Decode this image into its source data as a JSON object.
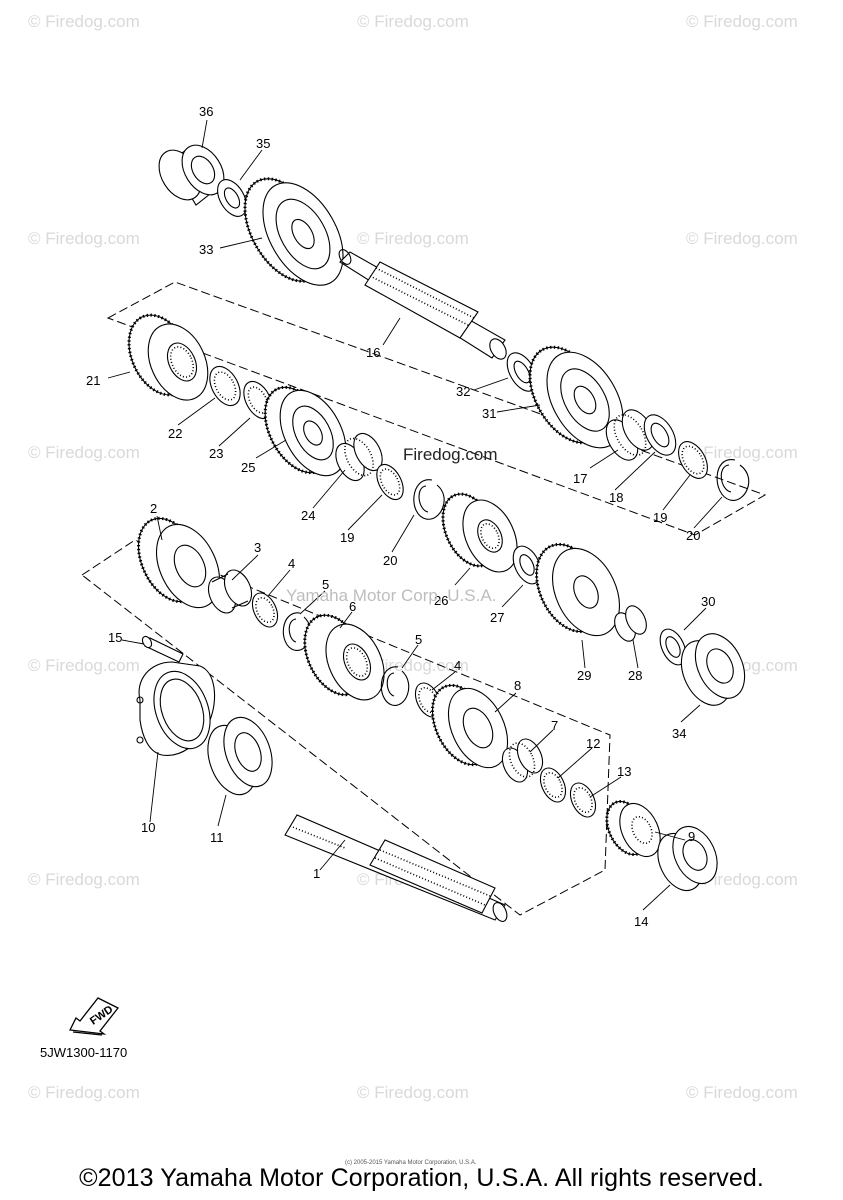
{
  "watermarks": {
    "site": "© Firedog.com",
    "center_overlay": "Firedog.com",
    "brand_overlay": "Yamaha Motor Corp, U.S.A."
  },
  "diagram": {
    "drawing_code": "5JW1300-1170",
    "direction_label": "FWD",
    "fine_print": "(c) 2005-2015 Yamaha Motor Corporation, U.S.A.",
    "copyright": "©2013 Yamaha Motor Corporation, U.S.A. All rights reserved."
  },
  "callouts": [
    "1",
    "2",
    "3",
    "4",
    "5",
    "6",
    "7",
    "8",
    "9",
    "10",
    "11",
    "12",
    "13",
    "14",
    "15",
    "16",
    "17",
    "18",
    "19",
    "20",
    "21",
    "22",
    "23",
    "24",
    "25",
    "26",
    "27",
    "28",
    "29",
    "30",
    "31",
    "32",
    "33",
    "34",
    "35",
    "36"
  ]
}
